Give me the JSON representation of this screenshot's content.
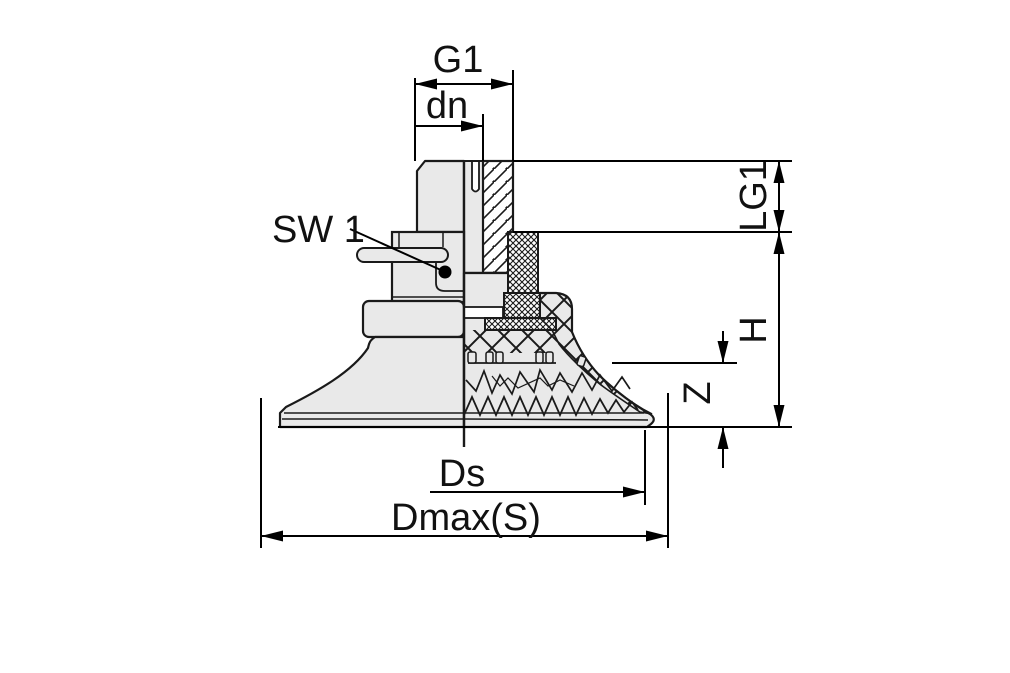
{
  "drawing": {
    "type": "technical-dimension-drawing",
    "subject": "flat suction cup with threaded fitting, half-section view",
    "labels": {
      "g1": "G1",
      "dn": "dn",
      "sw1": "SW 1",
      "lg1": "LG1",
      "h": "H",
      "z": "Z",
      "ds": "Ds",
      "dmax_s": "Dmax(S)"
    },
    "colors": {
      "background": "#ffffff",
      "body_fill": "#e9e9e9",
      "outline": "#1a1a1a",
      "dimension": "#000000"
    }
  }
}
